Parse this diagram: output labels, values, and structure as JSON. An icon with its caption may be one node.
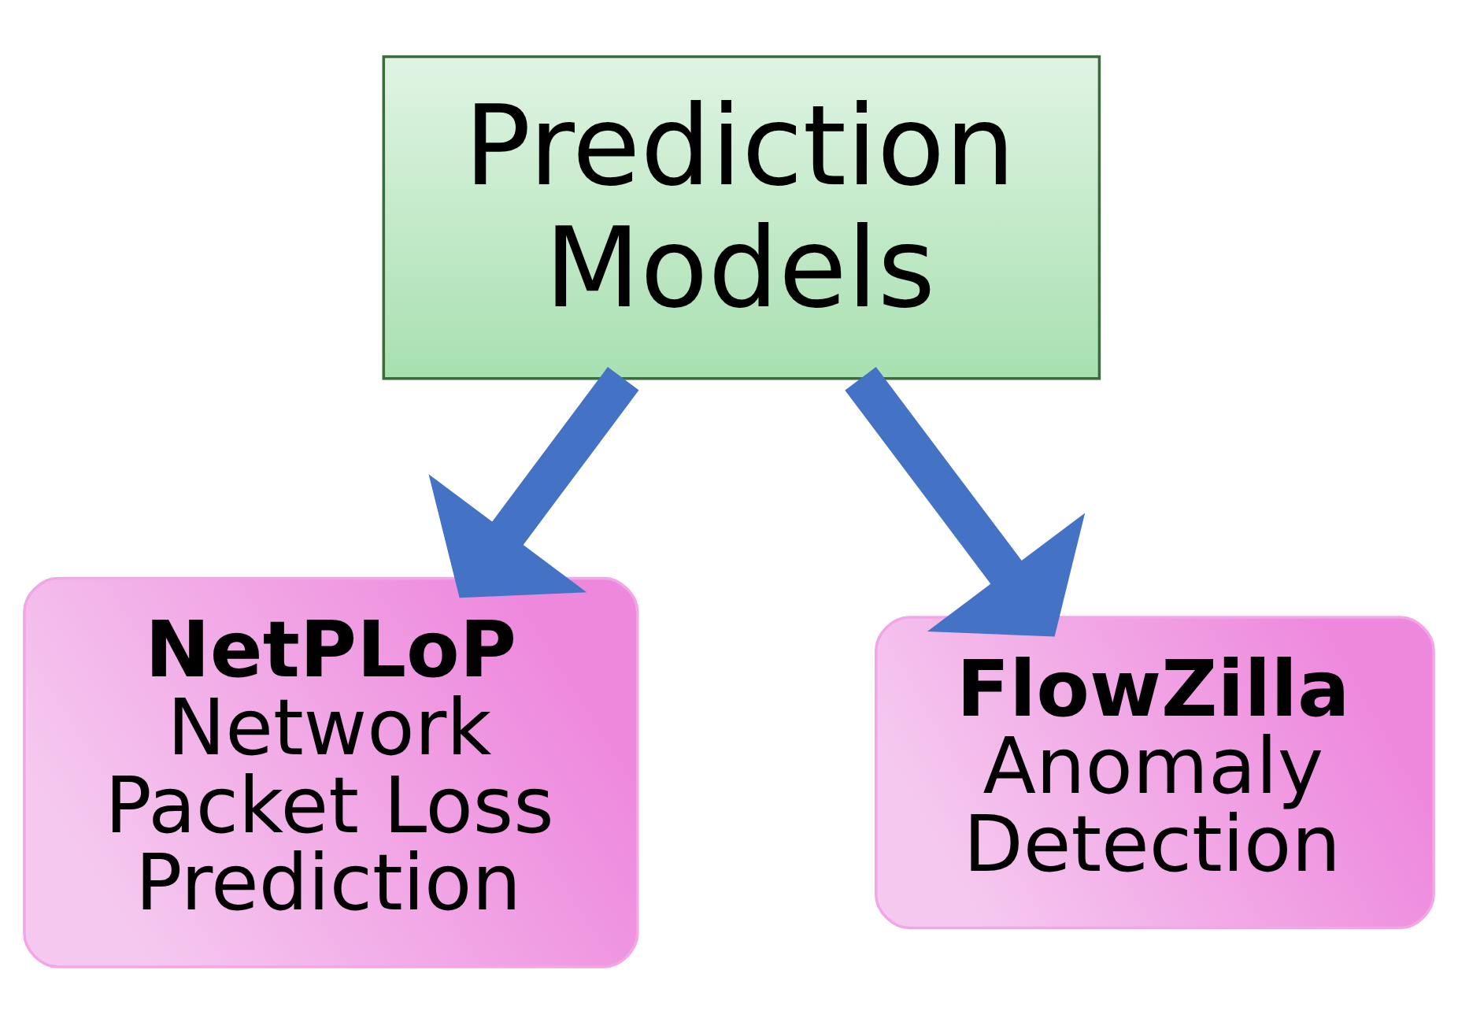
{
  "diagram": {
    "nodes": [
      {
        "text": [
          "Prediction Models"
        ]
      },
      {
        "text": [
          "NetPLoP",
          "Network Packet Loss Prediction"
        ]
      },
      {
        "text": [
          "FlowZilla",
          "Anomaly Detection"
        ]
      }
    ],
    "edges": [
      {
        "from": 0,
        "to": 1,
        "arrow": "to"
      },
      {
        "from": 0,
        "to": 2,
        "arrow": "to"
      }
    ]
  }
}
